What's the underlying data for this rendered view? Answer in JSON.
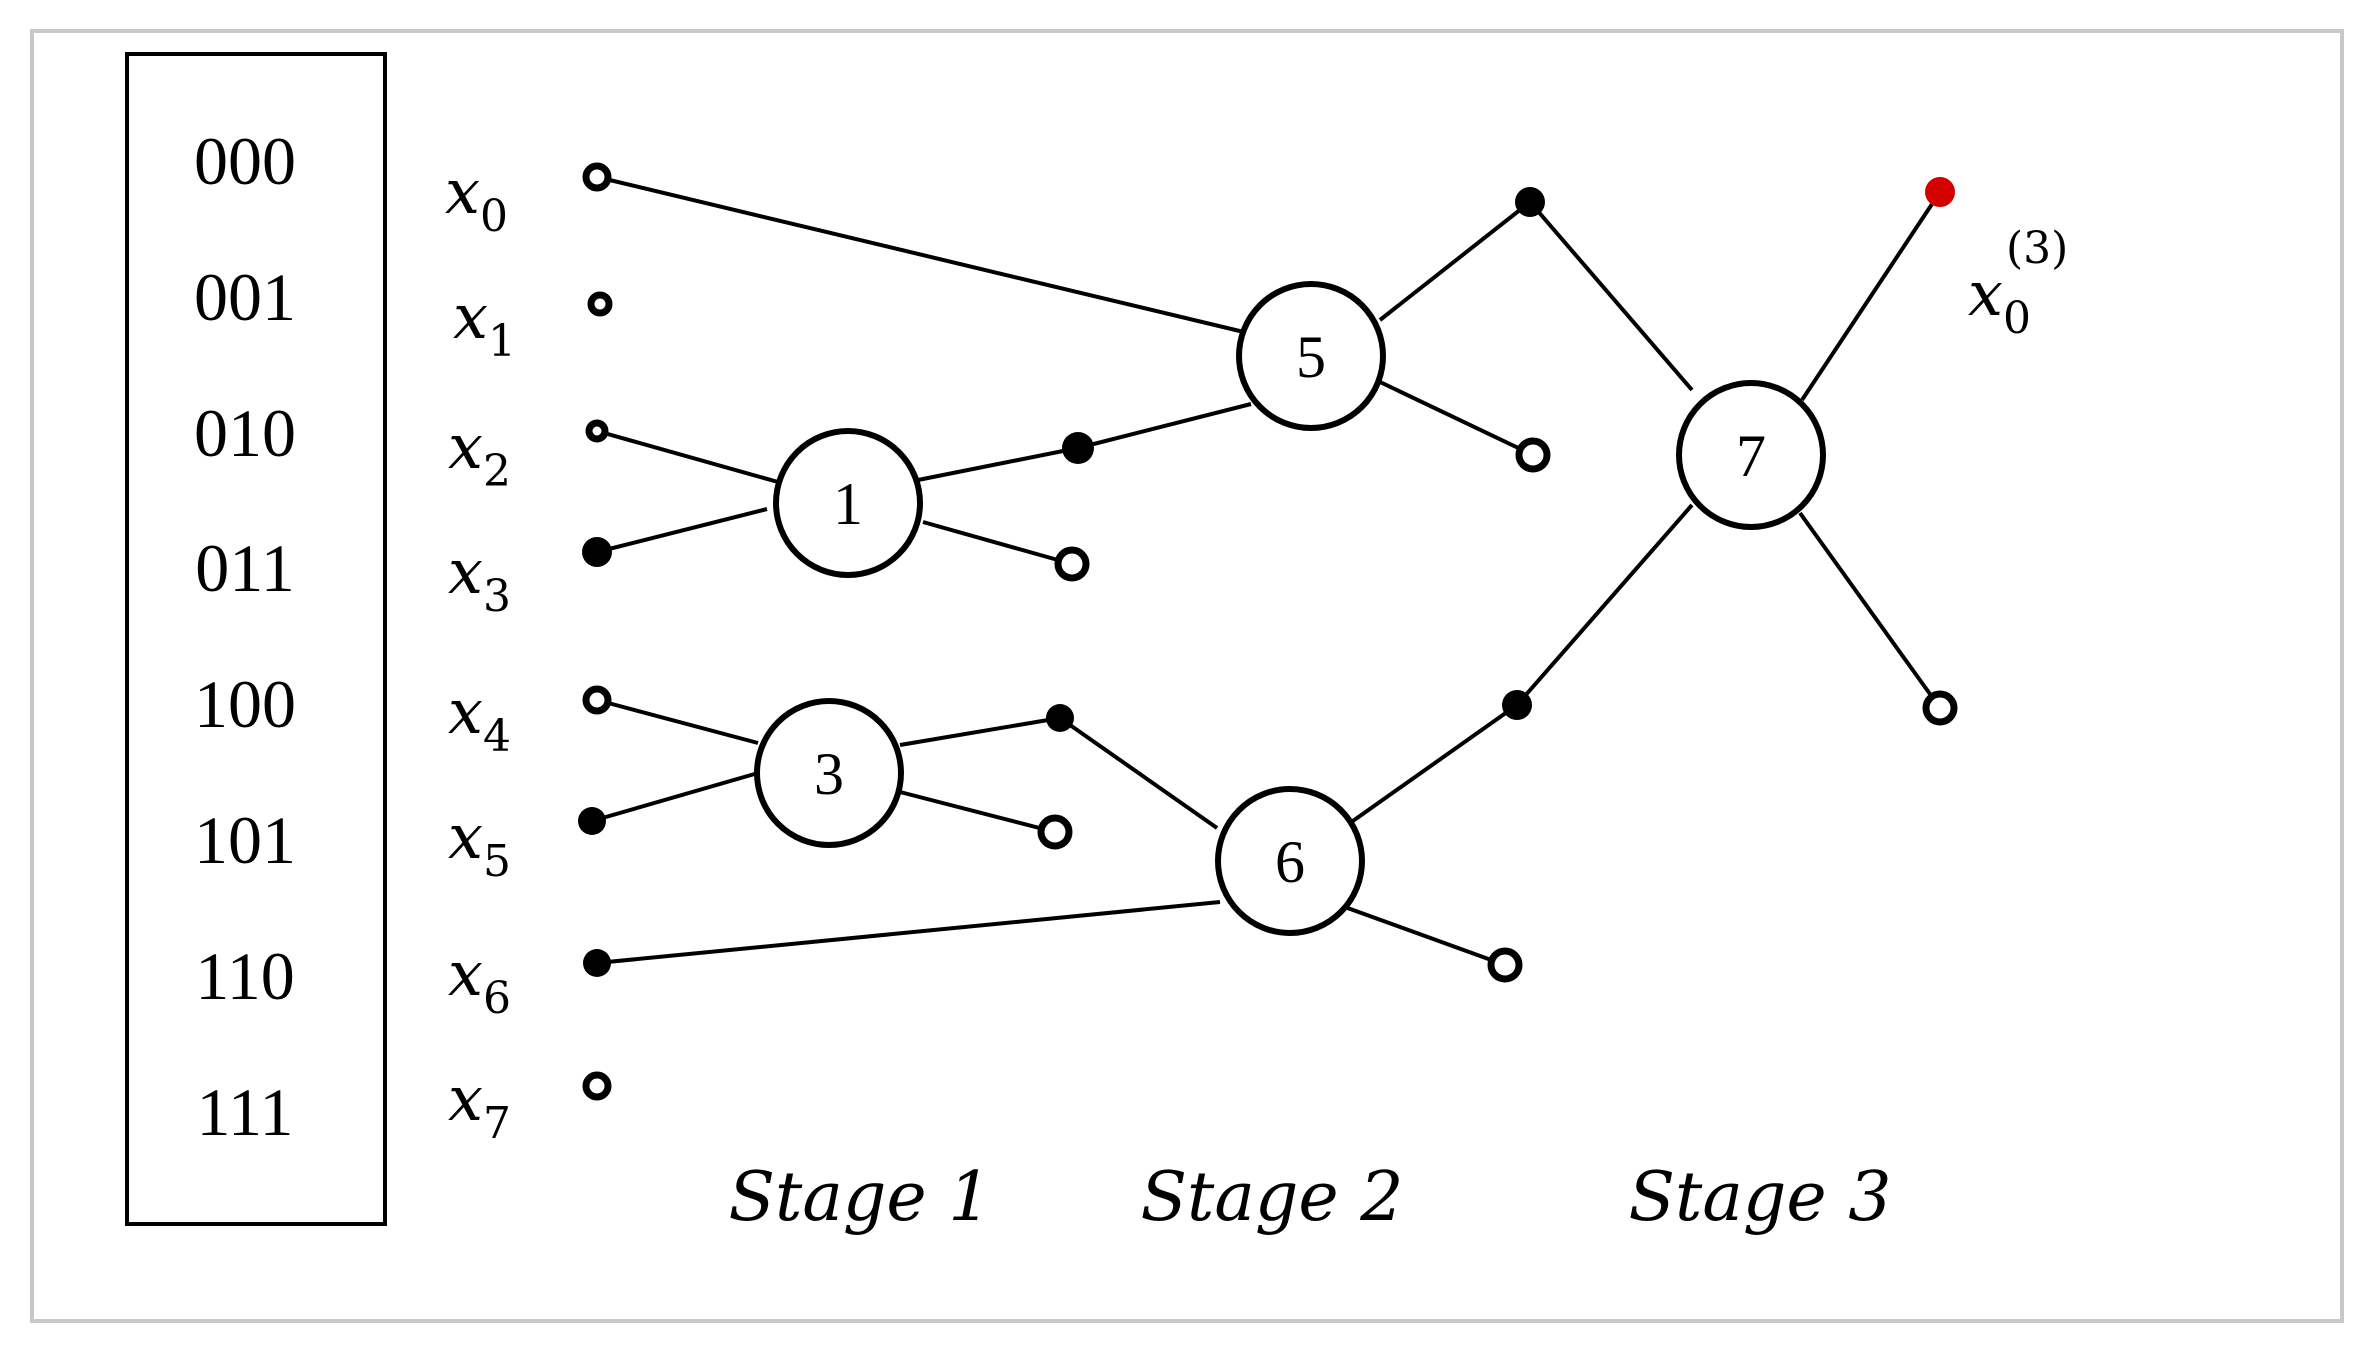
{
  "codes": [
    "000",
    "001",
    "010",
    "011",
    "100",
    "101",
    "110",
    "111"
  ],
  "inputs": [
    {
      "base": "x",
      "sub": "0"
    },
    {
      "base": "x",
      "sub": "1"
    },
    {
      "base": "x",
      "sub": "2"
    },
    {
      "base": "x",
      "sub": "3"
    },
    {
      "base": "x",
      "sub": "4"
    },
    {
      "base": "x",
      "sub": "5"
    },
    {
      "base": "x",
      "sub": "6"
    },
    {
      "base": "x",
      "sub": "7"
    }
  ],
  "nodes": [
    "1",
    "3",
    "5",
    "6",
    "7"
  ],
  "output_label": {
    "base": "x",
    "sub": "0",
    "sup": "(3)"
  },
  "stages": [
    "Stage 1",
    "Stage 2",
    "Stage 3"
  ],
  "colors": {
    "output_dot": "#d40000",
    "line": "#000000",
    "frame": "#c8c8c8"
  }
}
